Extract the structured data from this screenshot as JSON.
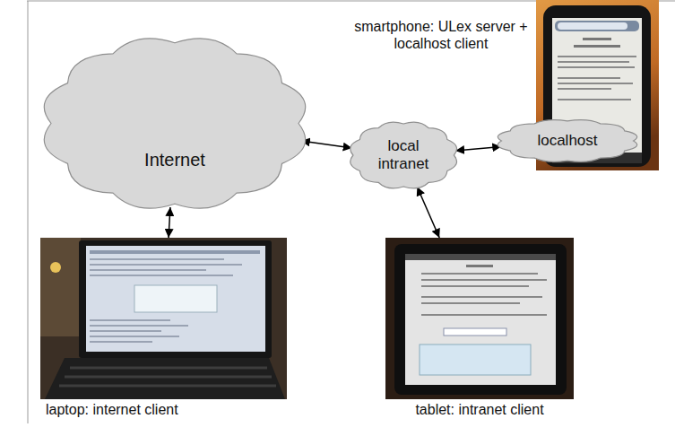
{
  "diagram": {
    "nodes": [
      {
        "text": [
          "smartphone: ULex server + localhost client"
        ]
      },
      {
        "text": [
          "Internet"
        ]
      },
      {
        "text": [
          "local intranet"
        ]
      },
      {
        "text": [
          "localhost"
        ]
      },
      {
        "text": [
          "laptop: internet client"
        ]
      },
      {
        "text": [
          "tablet: intranet client"
        ]
      }
    ],
    "edges": [
      {
        "from": 1,
        "to": 2,
        "arrow": "both"
      },
      {
        "from": 2,
        "to": 3,
        "arrow": "both"
      },
      {
        "from": 1,
        "to": 4,
        "arrow": "both"
      },
      {
        "from": 2,
        "to": 5,
        "arrow": "both"
      }
    ]
  }
}
